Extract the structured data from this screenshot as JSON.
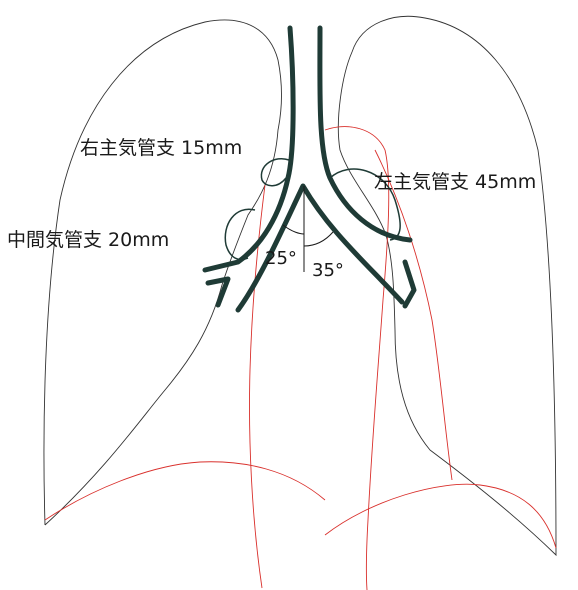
{
  "colors": {
    "airway": "#1f3b36",
    "lung_outline": "#333333",
    "red_structures": "#d9302c",
    "label_text": "#1a1a1a"
  },
  "labels": {
    "right_main_bronchus": "右主気管支 15mm",
    "left_main_bronchus": "左主気管支 45mm",
    "intermediate_bronchus": "中間気管支 20mm"
  },
  "angles": {
    "right": "25°",
    "left": "35°"
  }
}
